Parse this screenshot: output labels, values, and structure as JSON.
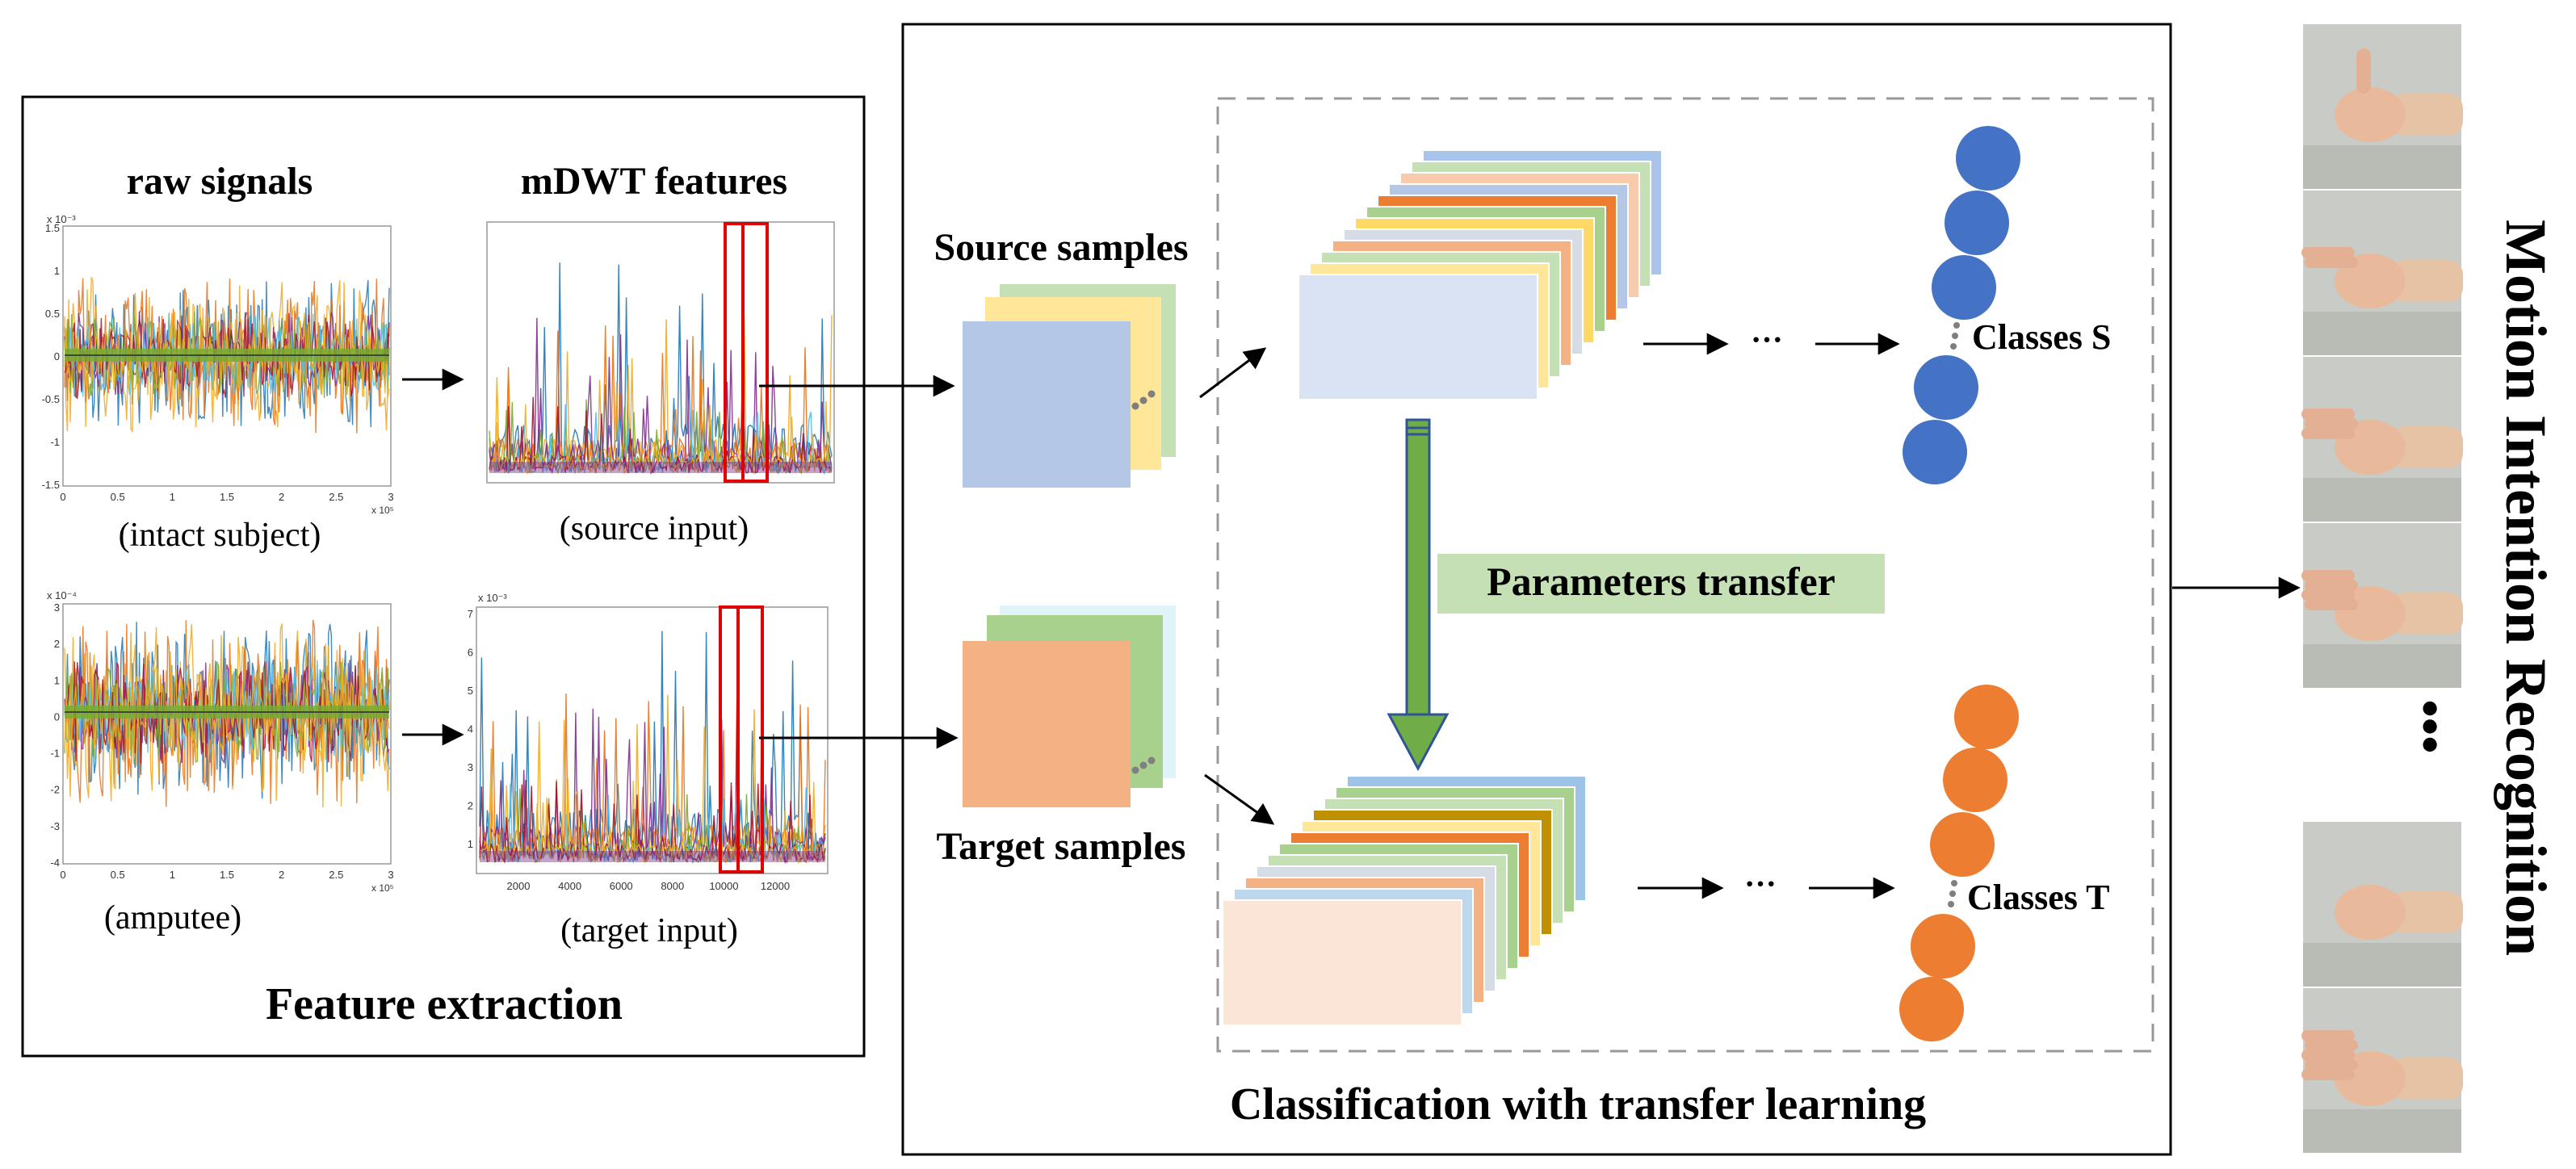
{
  "feature_extraction": {
    "title": "Feature extraction",
    "raw_heading": "raw signals",
    "mdwt_heading": "mDWT features",
    "caption_intact": "(intact subject)",
    "caption_source_input": "(source input)",
    "caption_amputee": "(amputee)",
    "caption_target_input": "(target input)",
    "raw_top_axis": {
      "exponent": "x 10⁻³",
      "yticks": [
        "1.5",
        "1",
        "0.5",
        "0",
        "-0.5",
        "-1",
        "-1.5"
      ],
      "xticks": [
        "0",
        "0.5",
        "1",
        "1.5",
        "2",
        "2.5",
        "3"
      ],
      "xexp": "x 10⁵"
    },
    "raw_bottom_axis": {
      "exponent": "x 10⁻⁴",
      "yticks": [
        "3",
        "2",
        "1",
        "0",
        "-1",
        "-2",
        "-3",
        "-4"
      ],
      "xticks": [
        "0",
        "0.5",
        "1",
        "1.5",
        "2",
        "2.5",
        "3"
      ],
      "xexp": "x 10⁵"
    },
    "mdwt_bottom_axis": {
      "exponent": "x 10⁻³",
      "yticks": [
        "7",
        "6",
        "5",
        "4",
        "3",
        "2",
        "1"
      ],
      "xticks": [
        "2000",
        "4000",
        "6000",
        "8000",
        "10000",
        "12000"
      ]
    },
    "signal_colors": [
      "#1f77b4",
      "#f2a81d",
      "#e8731a",
      "#7e2f8e",
      "#77ac30",
      "#4dbeee",
      "#a2142f",
      "#edb120"
    ]
  },
  "classification": {
    "title": "Classification with transfer learning",
    "source_samples_label": "Source samples",
    "target_samples_label": "Target samples",
    "parameters_transfer_label": "Parameters transfer",
    "classes_s_label": "Classes S",
    "classes_t_label": "Classes T",
    "ellipsis": "···",
    "colors": {
      "source_front": "#b4c7e7",
      "source_mid": "#ffe699",
      "source_back": "#c5e0b4",
      "target_front": "#f4b183",
      "target_mid": "#a9d18e",
      "target_back": "#dff3f8",
      "class_s_node": "#4472c4",
      "class_t_node": "#ed7d31",
      "transfer_arrow": "#70ad47",
      "transfer_label_bg": "#c5e0b4"
    },
    "source_stack_colors": [
      "#a9c4eb",
      "#c5e0b4",
      "#f8cbad",
      "#b4c7e7",
      "#ed7d31",
      "#a9d18e",
      "#ffd966",
      "#d6dce5",
      "#f4b183",
      "#c5e0b4",
      "#ffe699",
      "#dae3f3"
    ],
    "target_stack_colors": [
      "#9dc3e6",
      "#a9d18e",
      "#c5e0b4",
      "#bf9000",
      "#ffe699",
      "#ed7d31",
      "#a9d18e",
      "#c5e0b4",
      "#d6dce5",
      "#f4b183",
      "#bdd7ee",
      "#fbe5d6"
    ]
  },
  "recognition": {
    "title": "Motion Intention Recognition",
    "ellipsis": "•••",
    "gestures": [
      "thumbs-up-hand",
      "two-fingers-hand",
      "three-fingers-hand",
      "four-fingers-hand",
      "fist-hand",
      "open-hand"
    ]
  }
}
